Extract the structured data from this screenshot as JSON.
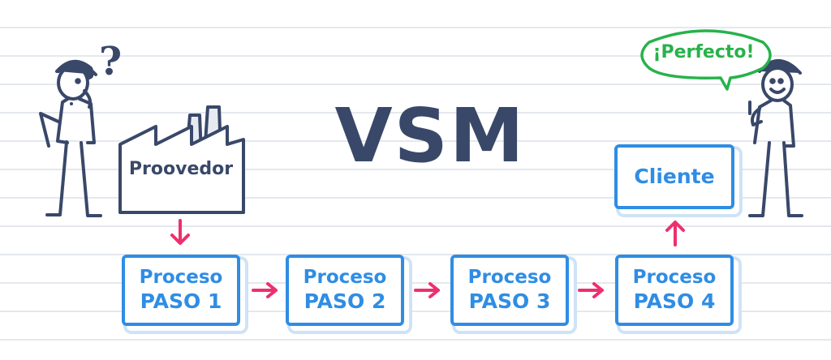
{
  "title": "VSM",
  "supplier": {
    "label": "Proovedor"
  },
  "customer": {
    "label": "Cliente"
  },
  "speech": {
    "text": "¡Perfecto!"
  },
  "question_mark": "?",
  "processes": [
    {
      "line1": "Proceso",
      "line2": "PASO 1"
    },
    {
      "line1": "Proceso",
      "line2": "PASO 2"
    },
    {
      "line1": "Proceso",
      "line2": "PASO 3"
    },
    {
      "line1": "Proceso",
      "line2": "PASO 4"
    }
  ],
  "colors": {
    "primary_dark": "#394869",
    "process_blue": "#2f8de4",
    "arrow_pink": "#ee2f6e",
    "speech_green": "#27b24a"
  }
}
